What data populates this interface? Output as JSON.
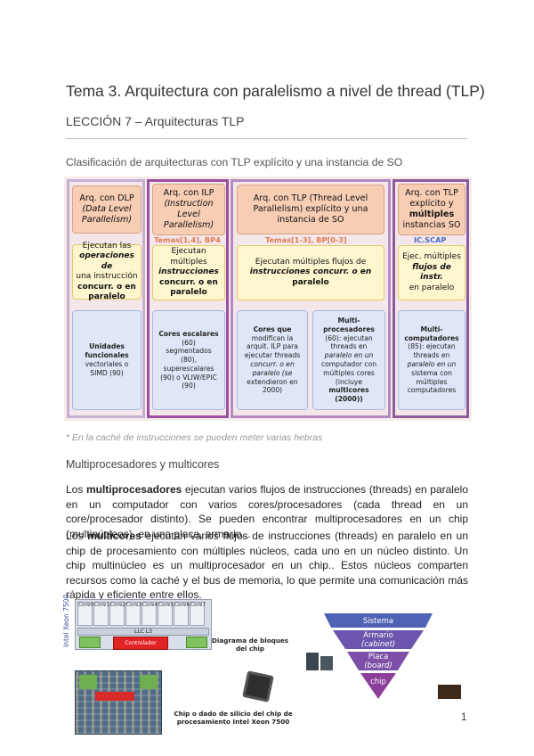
{
  "header": {
    "title": "Tema 3. Arquitectura con paralelismo a nivel de thread (TLP)",
    "lesson": "LECCIÓN 7 – Arquitecturas TLP"
  },
  "classification_caption": "Clasificación de arquitecturas con TLP explícito y una instancia de SO",
  "diagram": {
    "columns": [
      {
        "head": [
          "Arq. con DLP",
          "(Data Level",
          "Parallelism)"
        ],
        "exec": [
          "Ejecutan las",
          "operaciones de",
          "una instrucción",
          "concurr. o en",
          "paralelo"
        ],
        "units": [
          [
            "Unidades",
            "funcionales",
            "vectoriales o",
            "SIMD (90)"
          ]
        ]
      },
      {
        "head": [
          "Arq. con ILP",
          "(Instruction",
          "Level",
          "Parallelism)"
        ],
        "tag": "Temas[1,4], BP4",
        "exec": [
          "Ejecutan",
          "múltiples",
          "instrucciones",
          "concurr. o en",
          "paralelo"
        ],
        "units": [
          [
            "Cores escalares",
            "(60)",
            "segmentados",
            "(80),",
            "superescalares",
            "(90) o VLIW/EPIC",
            "(90)"
          ]
        ]
      },
      {
        "head": [
          "Arq. con TLP (Thread Level",
          "Parallelism) explícito y una",
          "instancia de SO"
        ],
        "tag": "Temas[1-3], BP[0-3]",
        "exec": [
          "Ejecutan múltiples flujos de",
          "instrucciones concurr. o en",
          "paralelo"
        ],
        "units": [
          [
            "Cores que",
            "modifican la",
            "arquit. ILP para",
            "ejecutar threads",
            "concurr. o en",
            "paralelo (se",
            "extendieron en",
            "2000)"
          ],
          [
            "Multi-",
            "procesadores",
            "(60): ejecutan",
            "threads en",
            "paralelo en un",
            "computador con",
            "múltiples cores",
            "(incluye",
            "multicores",
            "(2000))"
          ]
        ]
      },
      {
        "head": [
          "Arq. con TLP",
          "explícito y",
          "múltiples",
          "instancias SO"
        ],
        "tag": "IC.SCAP",
        "exec": [
          "Ejec. múltiples",
          "flujos de instr.",
          "en paralelo"
        ],
        "units": [
          [
            "Multi-",
            "computadores",
            "(85): ejecutan",
            "threads en",
            "paralelo en un",
            "sistema con",
            "múltiples",
            "computadores"
          ]
        ]
      }
    ]
  },
  "footnote": "* En la caché de instrucciones se pueden meter varias hebras",
  "section_heading": "Multiprocesadores y multicores",
  "paragraphs": {
    "p1_bold": "multiprocesadores",
    "p1_pre": "Los ",
    "p1_post": " ejecutan varios flujos de instrucciones (threads) en paralelo en un computador con varios cores/procesadores (cada thread en un core/procesador distinto). Se pueden encontrar multiprocesadores en un chip (multinúcleos), en una placa, armario...",
    "p2_pre": "Los ",
    "p2_bold": "multicores",
    "p2_post": " ejecutan varios flujos de instrucciones (threads) en paralelo en un chip de procesamiento con múltiples núcleos, cada uno en un núcleo distinto. Un chip multinúcleo es un multiprocesador en un chip.. Estos núcleos comparten recursos como la caché y el bus de memoria, lo que permite una comunicación más rápida y eficiente entre ellos."
  },
  "chip_figure": {
    "vertical_label": "Intel Xeon 7500",
    "cores": [
      "Core0",
      "Core1",
      "Core2",
      "Core3",
      "Core4",
      "Core5",
      "Core6",
      "Core7"
    ],
    "llc_label": "LLC L3",
    "controller_label": "Controlador",
    "block_caption": [
      "Diagrama de bloques",
      "del chip"
    ],
    "die_caption": [
      "Chip o dado de silicio del chip de",
      "procesamiento Intel Xeon 7500"
    ]
  },
  "pyramid": {
    "levels": [
      [
        "Sistema"
      ],
      [
        "Armario",
        "(cabinet)"
      ],
      [
        "Placa",
        "(board)"
      ],
      [
        "chip"
      ]
    ]
  },
  "page_number": "1"
}
